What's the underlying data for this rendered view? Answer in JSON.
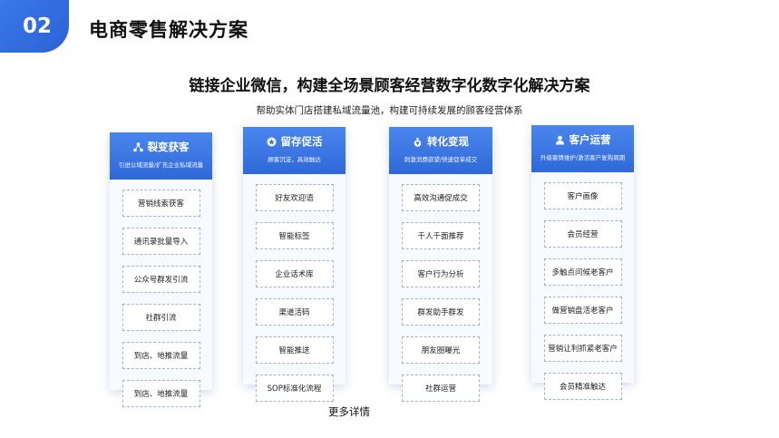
{
  "header": {
    "badge": "02",
    "title": "电商零售解决方案"
  },
  "headline": "链接企业微信，构建全场景顾客经营数字化数字化解决方案",
  "subline": "帮助实体门店搭建私域流量池，构建可持续发展的顾客经营体系",
  "cards": [
    {
      "icon": "network-icon",
      "title": "裂变获客",
      "desc": "引进公域流量/扩充企业私域流量",
      "items": [
        "营销线索获客",
        "通讯录批量导入",
        "公众号群发引流",
        "社群引流",
        "到店、地推流量",
        "到店、地推流量"
      ]
    },
    {
      "icon": "star-icon",
      "title": "留存促活",
      "desc": "顾客沉淀，高效触达",
      "items": [
        "好友欢迎语",
        "智能标签",
        "企业话术库",
        "渠道活码",
        "智能推送",
        "SOP标准化流程"
      ]
    },
    {
      "icon": "money-bag-icon",
      "title": "转化变现",
      "desc": "刺激消费欲望/快速促单成交",
      "items": [
        "高效沟通促成交",
        "千人千面推荐",
        "客户行为分析",
        "群发助手群发",
        "朋友圈曝光",
        "社群运营"
      ]
    },
    {
      "icon": "user-icon",
      "title": "客户运营",
      "desc": "升级客情维护/激活客户复购周期",
      "items": [
        "客户画像",
        "会员经营",
        "多触点问候老客户",
        "做营销盘活老客户",
        "营销让利抓紧老客户",
        "会员精准触达"
      ]
    }
  ],
  "more_label": "更多详情"
}
